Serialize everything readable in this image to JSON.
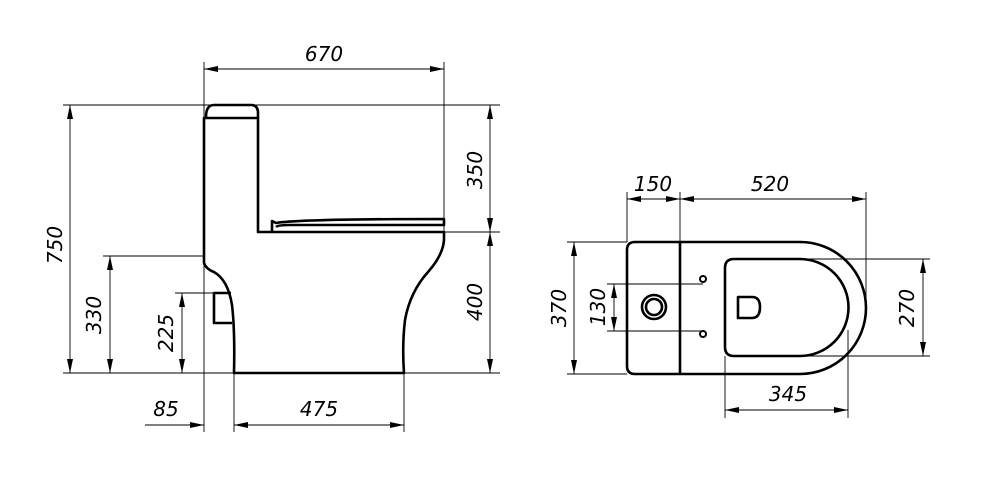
{
  "side_view": {
    "dimensions": {
      "total_length": "670",
      "total_height": "750",
      "tank_above_seat": "350",
      "seat_height": "400",
      "inlet_height": "330",
      "outlet_height": "225",
      "rear_offset": "85",
      "base_length": "475"
    }
  },
  "top_view": {
    "dimensions": {
      "tank_depth": "150",
      "bowl_length": "520",
      "total_width": "370",
      "fixing_spacing": "130",
      "seat_width": "270",
      "seat_length": "345"
    }
  },
  "colors": {
    "line": "#000000",
    "background": "#ffffff"
  }
}
